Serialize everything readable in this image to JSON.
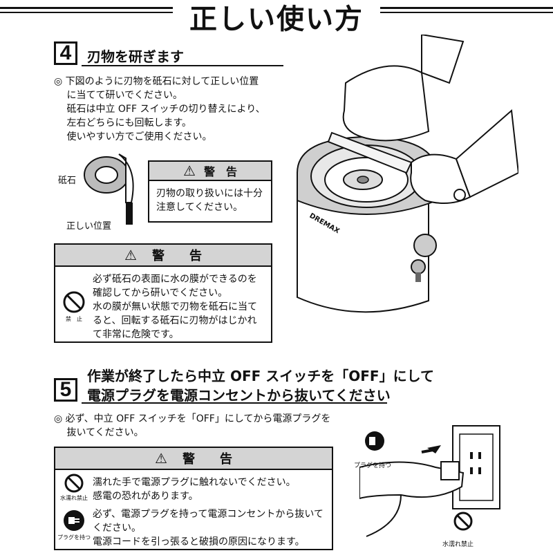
{
  "page": {
    "title": "正しい使い方"
  },
  "step4": {
    "number": "4",
    "title": "刃物を研ぎます",
    "paragraph": "◎ 下図のように刃物を砥石に対して正しい位置\n　 に当てて研いでください。\n　 砥石は中立 OFF スイッチの切り替えにより、\n　 左右どちらにも回転します。\n　 使いやすい方でご使用ください。",
    "label_stone": "砥石",
    "label_position": "正しい位置",
    "warning_small": {
      "head": "警　告",
      "text": "刃物の取り扱いには十分\n注意してください。"
    },
    "warning_large": {
      "head": "警　　告",
      "badge": "禁　止",
      "text": "必ず砥石の表面に水の膜ができるのを\n確認してから研いでください。\n水の膜が無い状態で刃物を砥石に当て\nると、回転する砥石に刃物がはじかれ\nて非常に危険です。"
    },
    "brand": "DREMAX"
  },
  "step5": {
    "number": "5",
    "title_line1": "作業が終了したら中立 OFF スイッチを「OFF」にして",
    "title_line2": "電源プラグを電源コンセントから抜いてください",
    "paragraph": "◎ 必ず、中立 OFF スイッチを「OFF」にしてから電源プラグを\n　 抜いてください。",
    "warning": {
      "head": "警　　告",
      "item1_badge": "水濡れ禁止",
      "item1_text": "濡れた手で電源プラグに触れないでください。\n感電の恐れがあります。",
      "item2_badge": "プラグを持つ",
      "item2_text": "必ず、電源プラグを持って電源コンセントから抜いて\nください。\n電源コードを引っ張ると破損の原因になります。"
    },
    "illus_label_plug": "プラグを持つ",
    "illus_label_water": "水濡れ禁止"
  }
}
